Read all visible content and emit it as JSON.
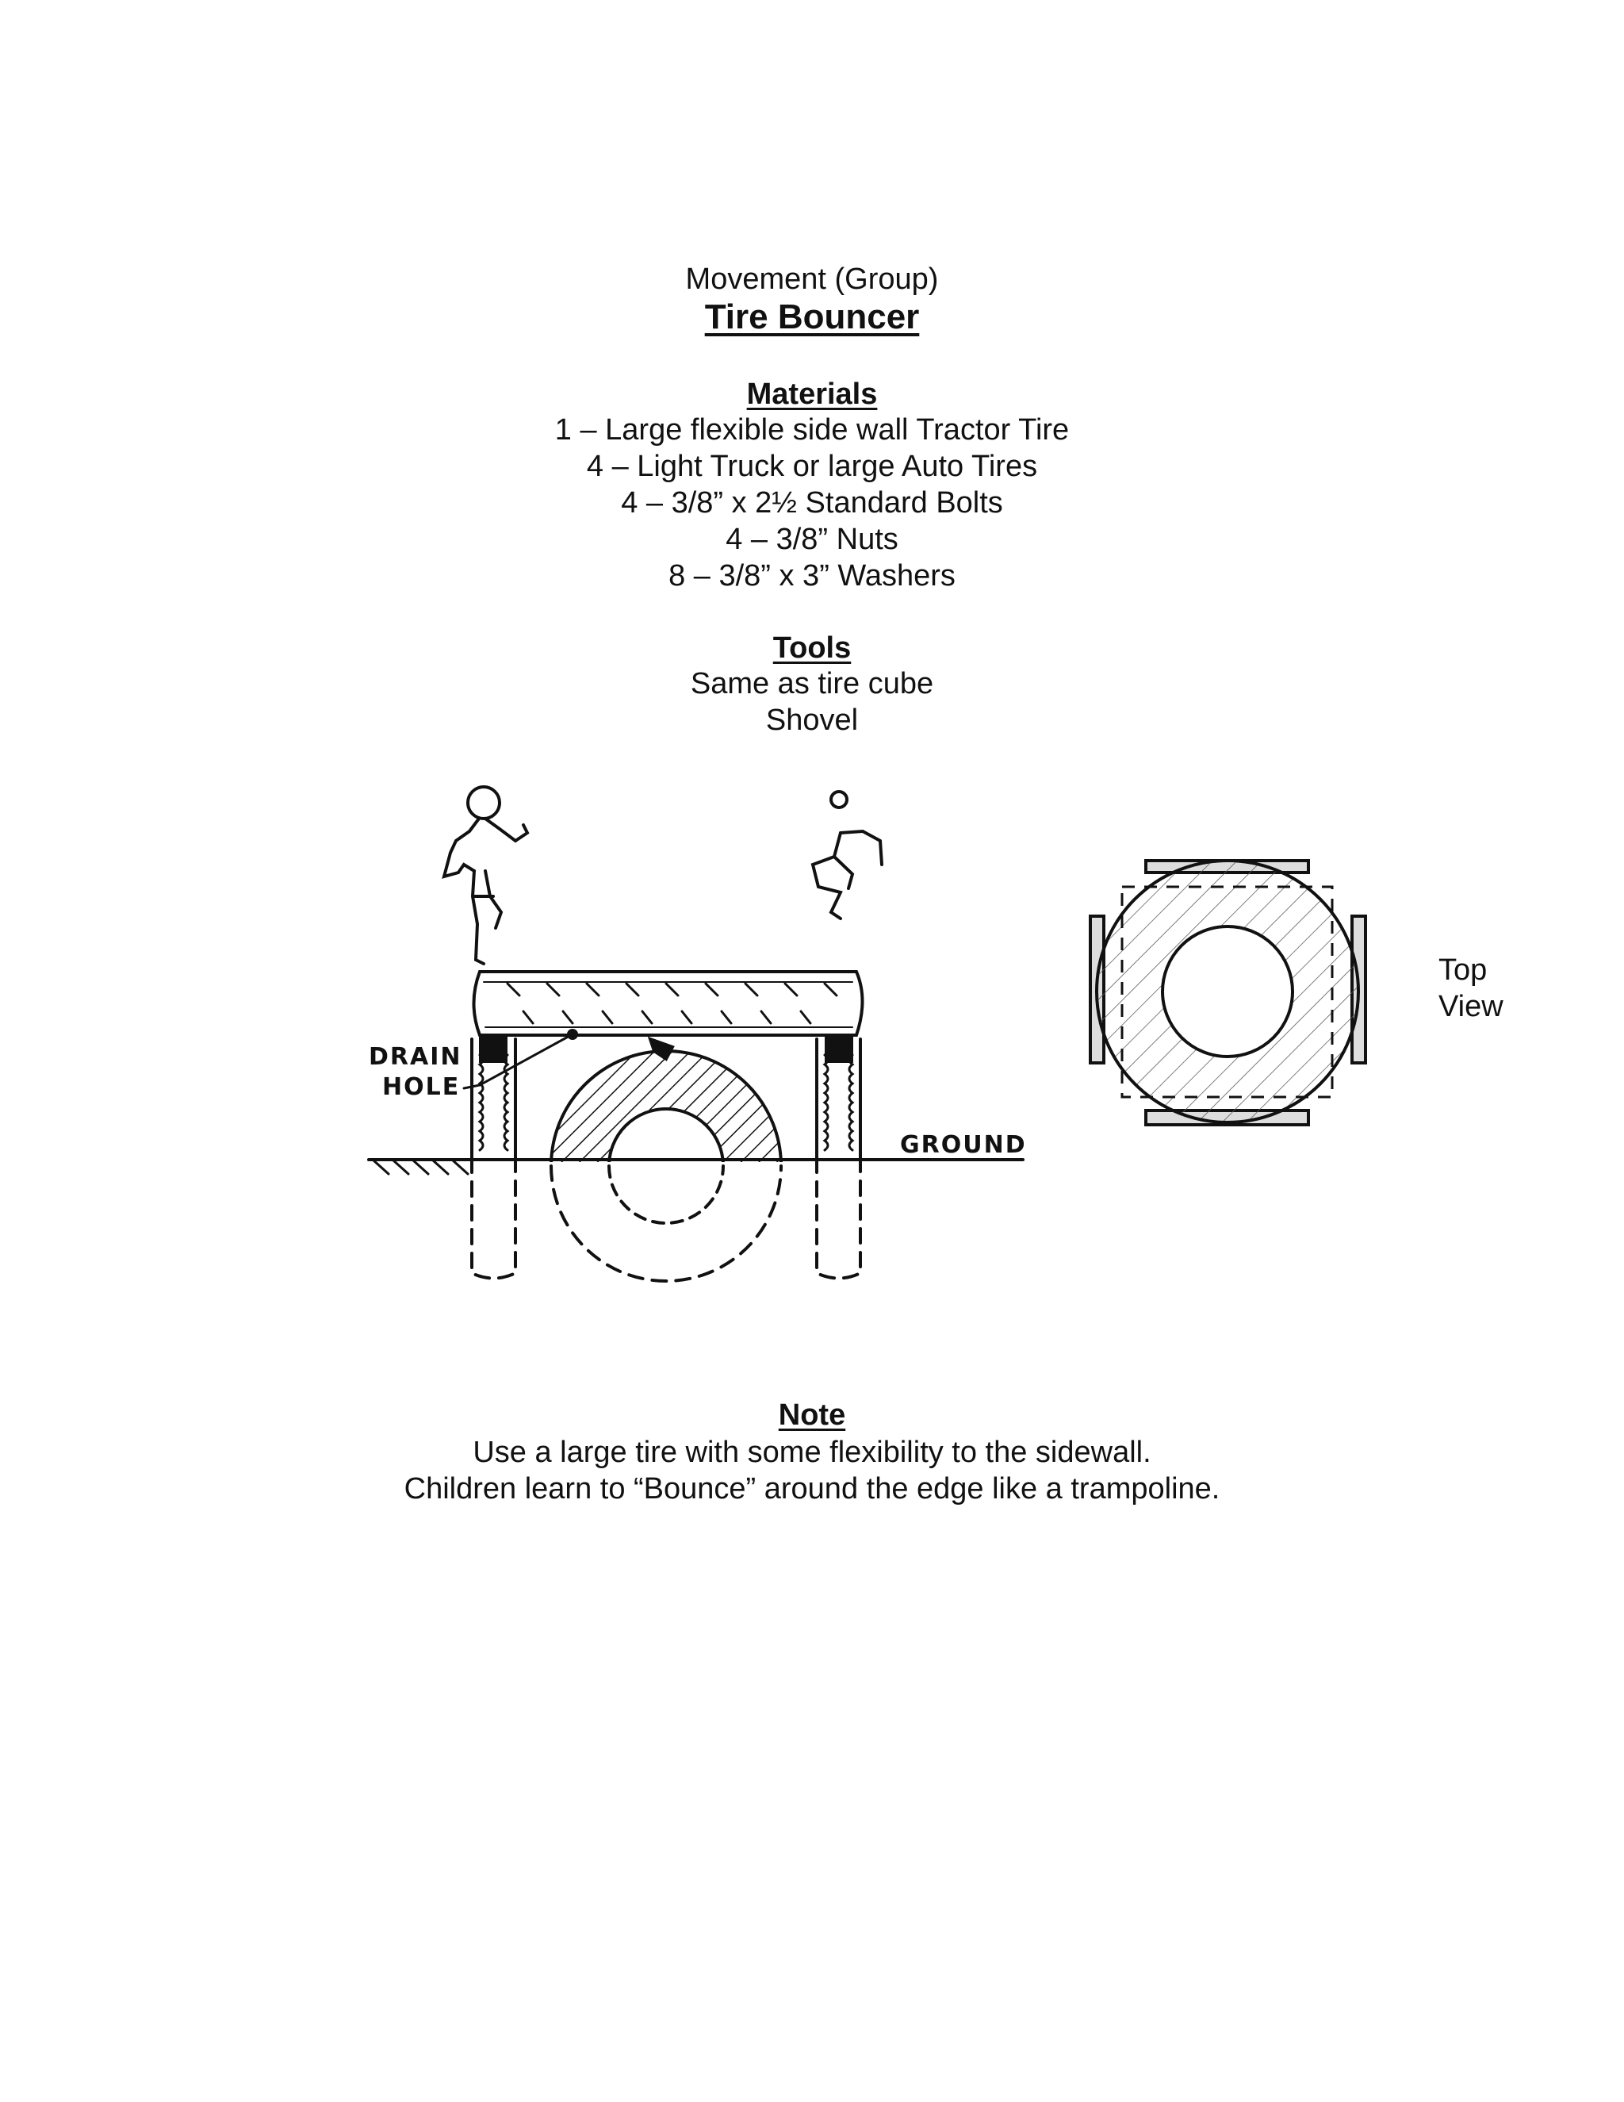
{
  "header": {
    "category": "Movement (Group)",
    "title": "Tire Bouncer"
  },
  "materials": {
    "heading": "Materials",
    "items": [
      "1 – Large flexible side wall Tractor Tire",
      "4 – Light Truck or large Auto Tires",
      "4 – 3/8” x 2½ Standard Bolts",
      "4 – 3/8” Nuts",
      "8 – 3/8” x 3” Washers"
    ]
  },
  "tools": {
    "heading": "Tools",
    "items": [
      "Same as tire cube",
      "Shovel"
    ]
  },
  "drawing": {
    "side_labels": {
      "drain_line1": "DRAIN",
      "drain_line2": "HOLE",
      "ground": "GROUND"
    },
    "top_view_label": [
      "Top",
      "View"
    ]
  },
  "note": {
    "heading": "Note",
    "lines": [
      "Use a large tire with some flexibility to the sidewall.",
      "Children learn to “Bounce” around the edge like a trampoline."
    ]
  }
}
